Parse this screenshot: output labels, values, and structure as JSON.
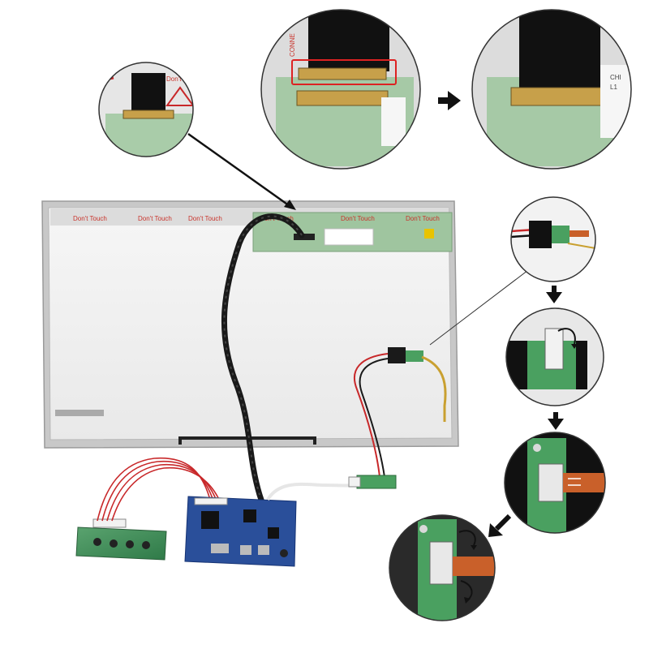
{
  "panel": {
    "warning_labels": [
      "Don't Touch",
      "Don't Touch",
      "Don't Touch",
      "Don't Touch",
      "Don't Touch",
      "Don't Touch"
    ]
  },
  "zoom_top": {
    "label_left": "CONNE",
    "label_right": "CHI",
    "label_right2": "L1"
  },
  "zoom_left": {
    "warning": "Don't"
  },
  "colors": {
    "panel_frame": "#c8c8c8",
    "panel_glass": "#f0f0f0",
    "pcb_green": "#3f8f5a",
    "controller_blue": "#2a4f9a",
    "cable_black": "#1a1a1a",
    "wire_red": "#c8282a",
    "flex_orange": "#c9602a",
    "arrow_black": "#111111"
  }
}
